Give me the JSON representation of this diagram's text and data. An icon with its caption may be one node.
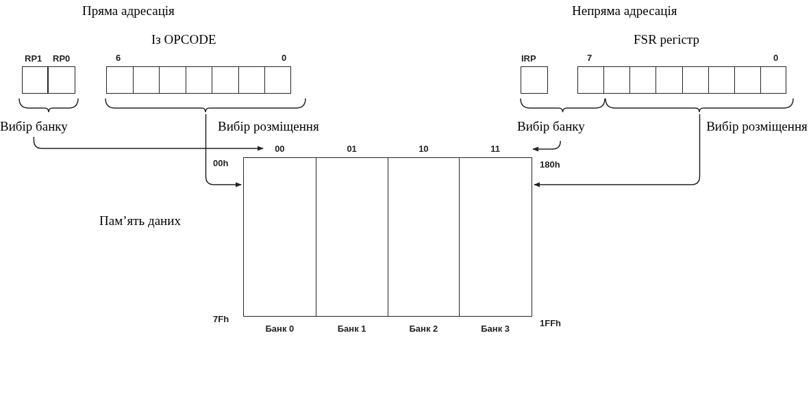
{
  "diagram": {
    "nodes": [
      {
        "text": [
          "RP1"
        ]
      },
      {
        "text": [
          "RP0"
        ]
      },
      {
        "text": [
          "Із OPCODE",
          "6",
          "0"
        ]
      },
      {
        "text": [
          "Вибір банку"
        ]
      },
      {
        "text": [
          "Вибір розміщення"
        ]
      },
      {
        "text": [
          "IRP"
        ]
      },
      {
        "text": [
          "FSR регістр",
          "7",
          "0"
        ]
      },
      {
        "text": [
          "Вибір банку"
        ]
      },
      {
        "text": [
          "Вибір розміщення"
        ]
      },
      {
        "text": [],
        "shape": "box",
        "beside": [
          "00h",
          "7Fh",
          "180h",
          "1FFh"
        ]
      },
      {
        "text": [
          "00",
          "Банк 0"
        ],
        "in": 9
      },
      {
        "text": [
          "01",
          "Банк 1"
        ],
        "in": 9
      },
      {
        "text": [
          "10",
          "Банк 2"
        ],
        "in": 9
      },
      {
        "text": [
          "11",
          "Банк 3"
        ],
        "in": 9
      }
    ],
    "edges": [
      {
        "from": 3,
        "to": 10,
        "arrow": "to"
      },
      {
        "from": 2,
        "to": 9,
        "arrow": "to"
      },
      {
        "from": 7,
        "to": 13,
        "arrow": "to"
      },
      {
        "from": 6,
        "to": 9,
        "arrow": "to"
      }
    ],
    "labels": [
      "Пряма адресація",
      "Непряма адресація",
      "Пам’ять даних"
    ]
  }
}
